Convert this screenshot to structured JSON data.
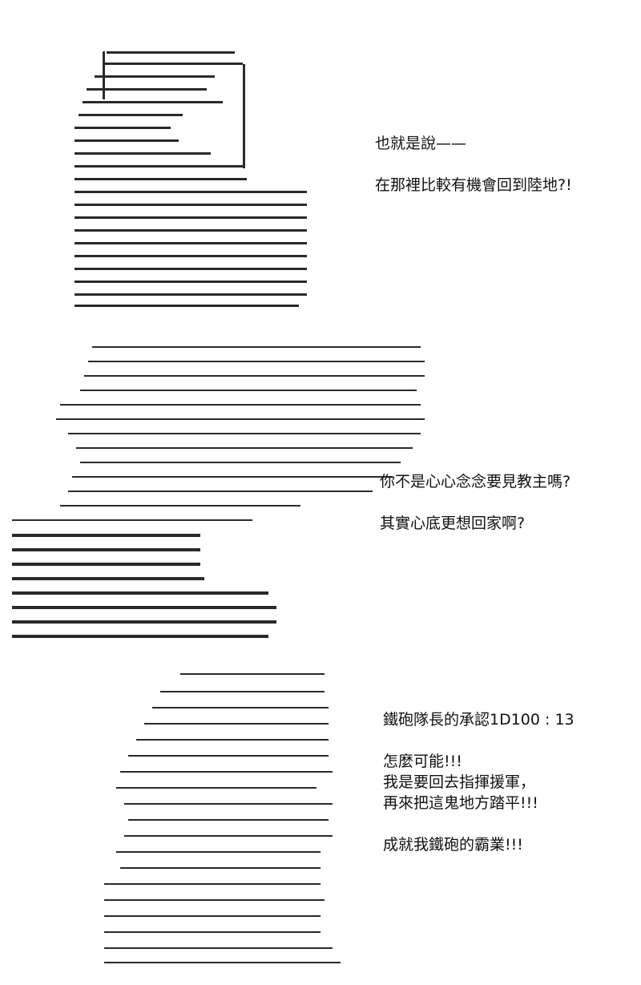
{
  "panels": [
    {
      "lines": [
        "也就是說——",
        "",
        "在那裡比較有機會回到陸地?!"
      ]
    },
    {
      "lines": [
        "你不是心心念念要見教主嗎?",
        "",
        "其實心底更想回家啊?"
      ]
    },
    {
      "lines": [
        "鐵砲隊長的承認1D100 : 13",
        "",
        "怎麼可能!!!",
        "我是要回去指揮援軍，",
        "再來把這鬼地方踏平!!!",
        "",
        "成就我鐵砲的霸業!!!"
      ]
    }
  ]
}
